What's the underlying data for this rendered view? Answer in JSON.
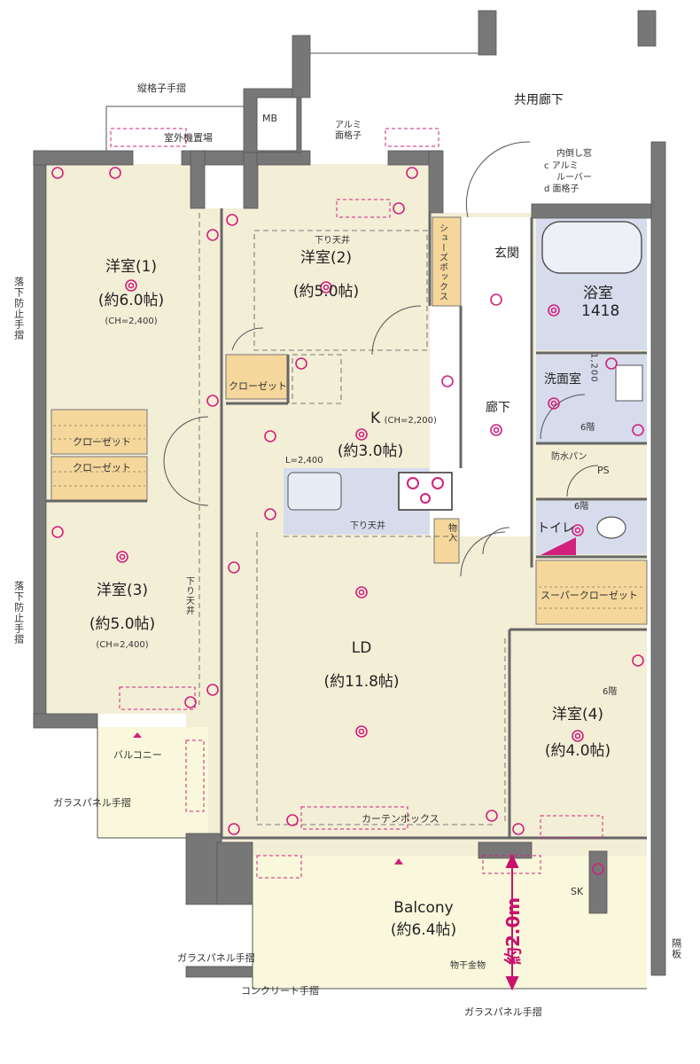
{
  "labels": {
    "common_corridor": "共用廊下",
    "vertical_lattice_rail": "縦格子手摺",
    "mb": "MB",
    "outdoor_unit": "室外機置場",
    "alumi_lattice": "アルミ\n面格子",
    "window_note_1": "内倒し窓",
    "window_note_2": "アルミ",
    "window_note_3": "ルーバー",
    "window_note_4": "面格子",
    "window_c": "c",
    "window_d": "d",
    "shoe_box": "シューズボックス",
    "entrance": "玄関",
    "dropped_ceiling_1": "下り天井",
    "dropped_ceiling_2": "下り天井",
    "dropped_ceiling_3": "下り天井",
    "fall_rail_left_top": "落下防止手摺",
    "fall_rail_left_bottom": "落下防止手摺",
    "closet_1": "クローゼット",
    "closet_2": "クローゼット",
    "closet_3": "クローゼット",
    "glass_rail_1": "ガラスパネル手摺",
    "glass_rail_2": "ガラスパネル手摺",
    "glass_rail_3": "ガラスパネル手摺",
    "concrete_rail": "コンクリート手摺",
    "curtain_box": "カーテンボックス",
    "clothes_hanger": "物干金物",
    "partition": "隔板",
    "balcony_small": "バルコニー",
    "super_closet": "スーパークローゼット",
    "storage": "物入",
    "ps": "PS",
    "waterproof_pan": "防水パン",
    "corridor": "廊下",
    "sk": "SK",
    "kitchen_length": "L=2,400",
    "floor_6_1": "6階",
    "floor_6_2": "6階",
    "floor_6_3": "6階",
    "dim_1200": "1,200",
    "balcony_depth": "約2.0m"
  },
  "rooms": {
    "western1": {
      "name": "洋室(1)",
      "size": "(約6.0帖)",
      "ch": "(CH=2,400)"
    },
    "western2": {
      "name": "洋室(2)",
      "size": "(約5.0帖)"
    },
    "western3": {
      "name": "洋室(3)",
      "size": "(約5.0帖)",
      "ch": "(CH=2,400)"
    },
    "western4": {
      "name": "洋室(4)",
      "size": "(約4.0帖)"
    },
    "kitchen": {
      "name": "K",
      "ch": "(CH=2,200)",
      "size": "(約3.0帖)"
    },
    "ld": {
      "name": "LD",
      "size": "(約11.8帖)"
    },
    "bath": {
      "name": "浴室",
      "code": "1418"
    },
    "washroom": {
      "name": "洗面室"
    },
    "toilet": {
      "name": "トイレ"
    },
    "balcony": {
      "name": "Balcony",
      "size": "(約6.4帖)"
    }
  },
  "colors": {
    "floor": "#f3eed6",
    "wall": "#777777",
    "wet": "#d7dced",
    "closet": "#f5d79c",
    "balcony": "#f9f8dc",
    "accent": "#d3207c"
  }
}
